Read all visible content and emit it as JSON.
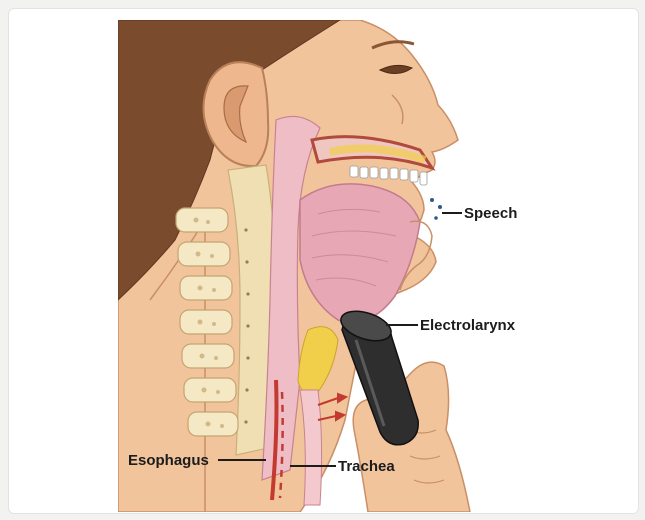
{
  "labels": {
    "speech": "Speech",
    "electrolarynx": "Electrolarynx",
    "esophagus": "Esophagus",
    "trachea": "Trachea"
  },
  "colors": {
    "skin": "#f2c49c",
    "hair": "#7a4b2c",
    "tissue_pink": "#eebdc6",
    "tongue": "#e7a7b4",
    "bone": "#efdfb2",
    "fat_yellow": "#f1cf4a",
    "device": "#2e2e2e",
    "leader_line": "#1c1c1c"
  }
}
